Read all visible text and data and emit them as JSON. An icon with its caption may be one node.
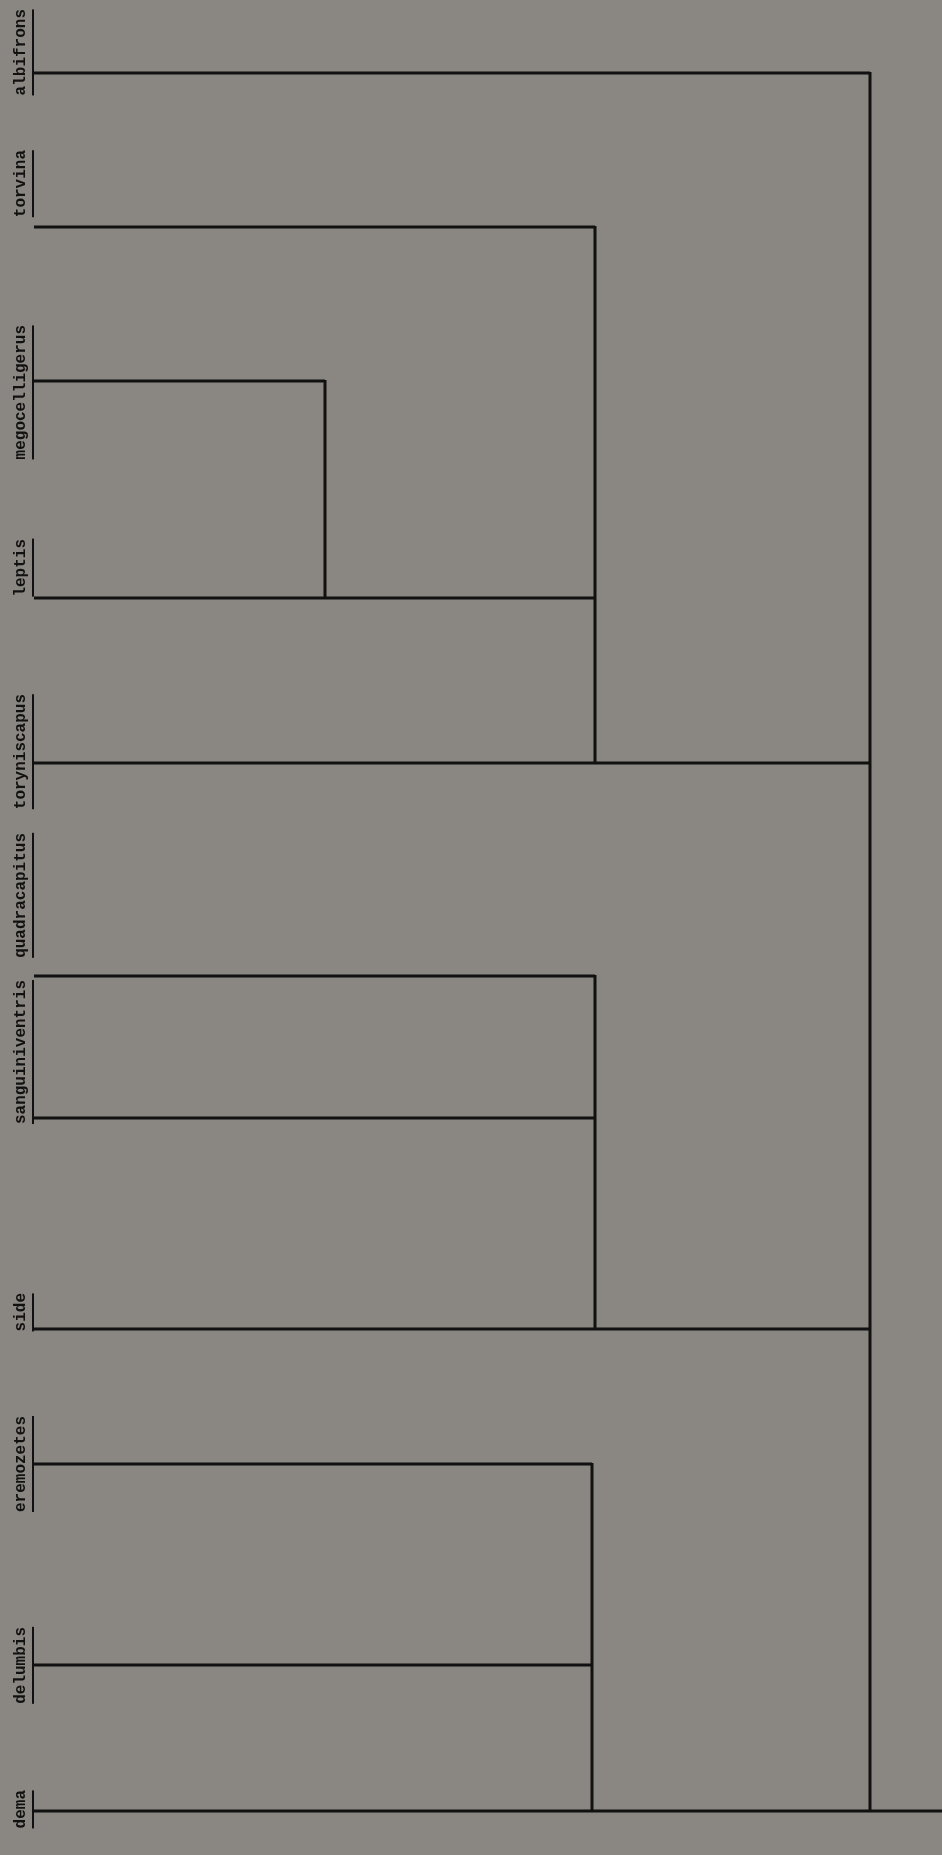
{
  "diagram": {
    "nodes": [
      {
        "text": [
          "albifrons"
        ]
      },
      {
        "text": [
          "torvina"
        ]
      },
      {
        "text": [
          "megocelligerus"
        ]
      },
      {
        "text": [
          "leptis"
        ]
      },
      {
        "text": [
          "toryniscapus"
        ]
      },
      {
        "text": [
          "quadracapitus"
        ]
      },
      {
        "text": [
          "sanguiniventris"
        ]
      },
      {
        "text": [
          "side"
        ]
      },
      {
        "text": [
          "eremozetes"
        ]
      },
      {
        "text": [
          "delumbis"
        ]
      },
      {
        "text": [
          "dema"
        ]
      }
    ],
    "edges": [
      {
        "from": 0,
        "to": null,
        "arrow": "none"
      },
      {
        "from": 1,
        "to": null,
        "arrow": "none"
      },
      {
        "from": 2,
        "to": null,
        "arrow": "none"
      },
      {
        "from": 3,
        "to": null,
        "arrow": "none"
      },
      {
        "from": 4,
        "to": null,
        "arrow": "none"
      },
      {
        "from": 5,
        "to": null,
        "arrow": "none"
      },
      {
        "from": 6,
        "to": null,
        "arrow": "none"
      },
      {
        "from": 7,
        "to": null,
        "arrow": "none"
      },
      {
        "from": 8,
        "to": null,
        "arrow": "none"
      },
      {
        "from": 9,
        "to": null,
        "arrow": "none"
      },
      {
        "from": 10,
        "to": null,
        "arrow": "none"
      }
    ]
  }
}
